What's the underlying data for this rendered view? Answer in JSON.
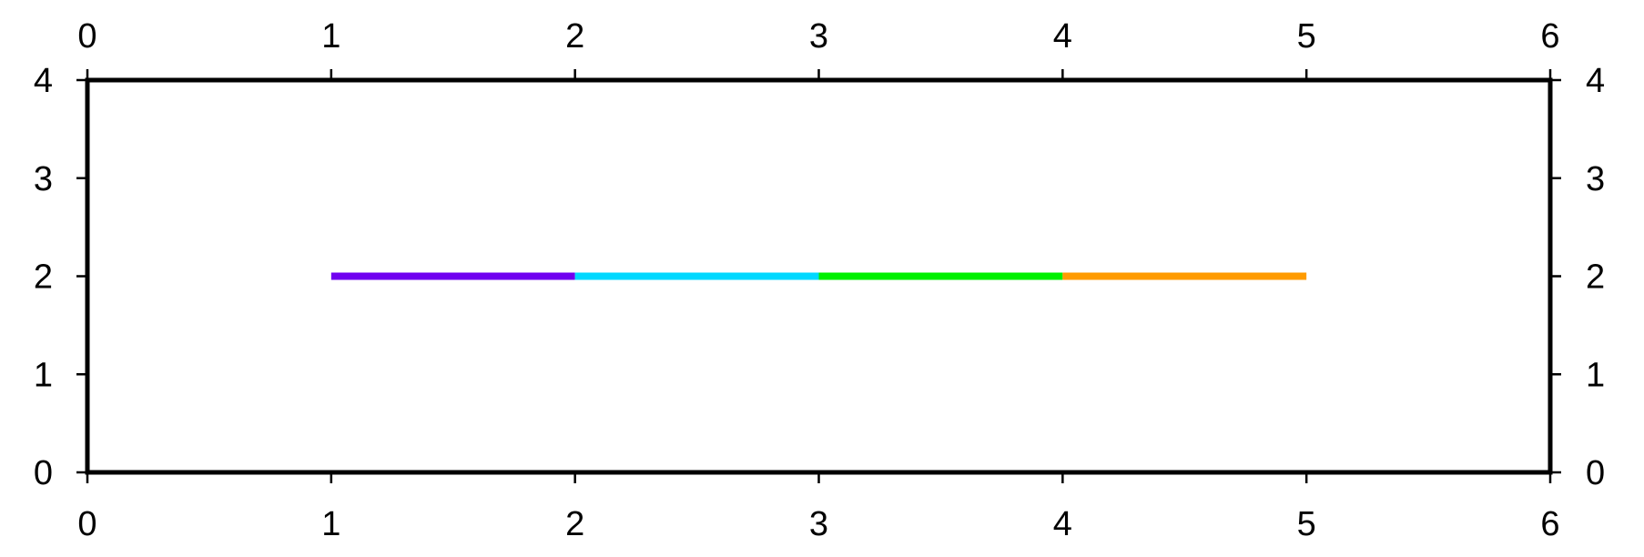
{
  "chart_data": {
    "type": "line",
    "title": "",
    "xlabel": "",
    "ylabel": "",
    "xlim": [
      0,
      6
    ],
    "ylim": [
      0,
      4
    ],
    "x_ticks": [
      "0",
      "1",
      "2",
      "3",
      "4",
      "5",
      "6"
    ],
    "y_ticks": [
      "0",
      "1",
      "2",
      "3",
      "4"
    ],
    "tick_positions": {
      "x": [
        0,
        1,
        2,
        3,
        4,
        5,
        6
      ],
      "y": [
        0,
        1,
        2,
        3,
        4
      ]
    },
    "axes": {
      "x_labels_on": [
        "top",
        "bottom"
      ],
      "y_labels_on": [
        "left",
        "right"
      ],
      "grid": false,
      "frame": true
    },
    "segments": [
      {
        "x": [
          1,
          2
        ],
        "y": [
          2,
          2
        ],
        "color": "#7000f0"
      },
      {
        "x": [
          2,
          3
        ],
        "y": [
          2,
          2
        ],
        "color": "#00d8ff"
      },
      {
        "x": [
          3,
          4
        ],
        "y": [
          2,
          2
        ],
        "color": "#00f000"
      },
      {
        "x": [
          4,
          5
        ],
        "y": [
          2,
          2
        ],
        "color": "#ff9b00"
      }
    ]
  }
}
